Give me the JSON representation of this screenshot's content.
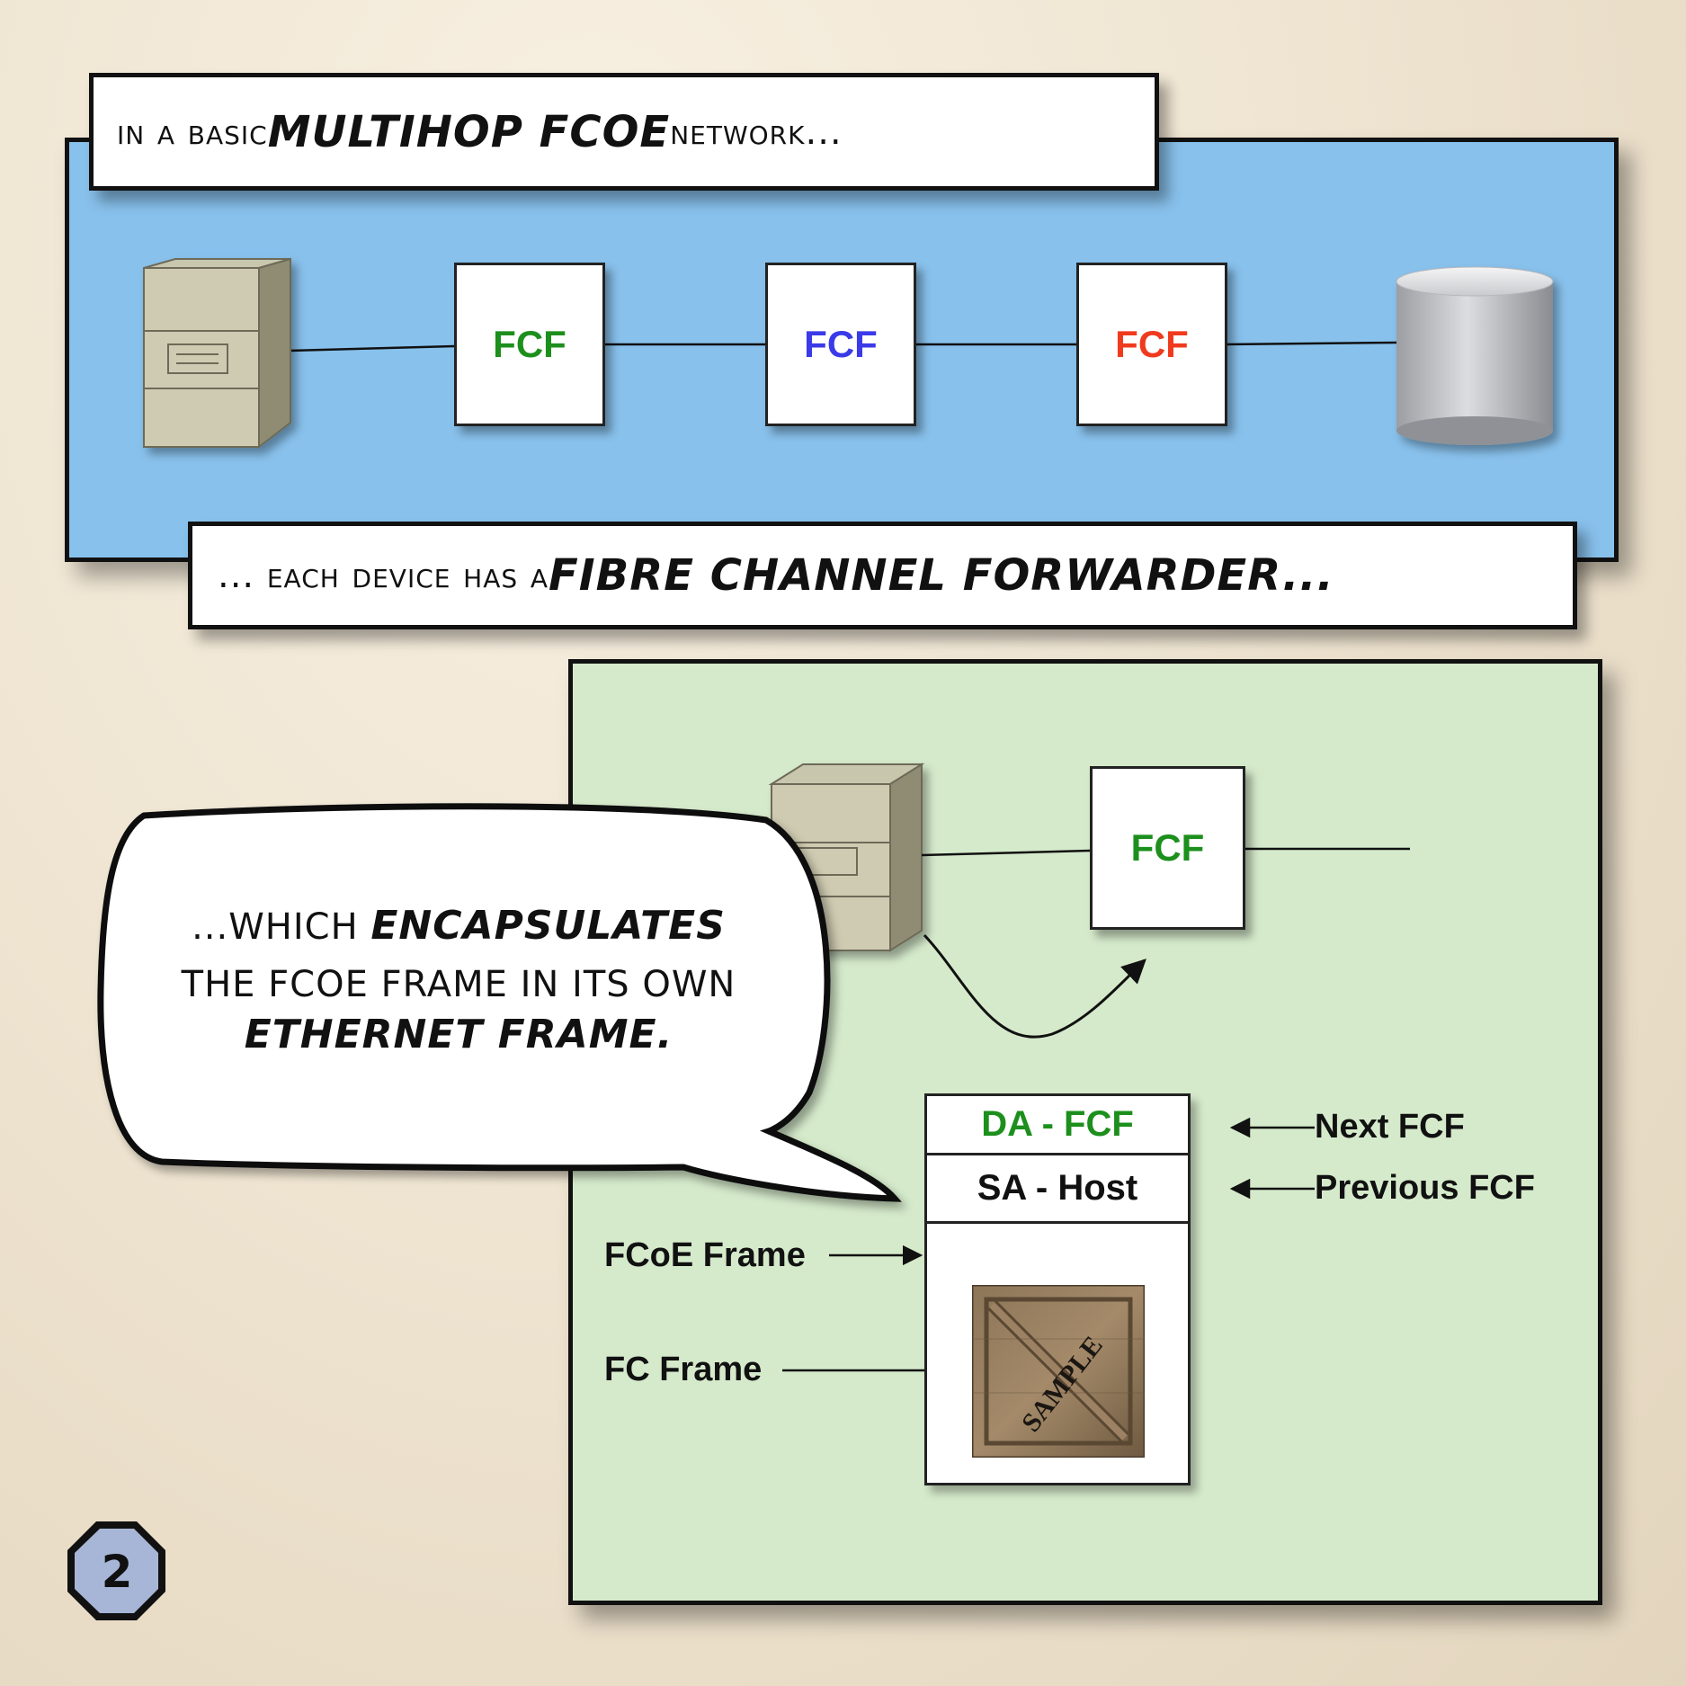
{
  "captions": {
    "top": {
      "part1": "In a basic ",
      "emph": "multihop FCoE",
      "part2": " network..."
    },
    "middle": {
      "part1": "... each device has a ",
      "emph": "Fibre Channel Forwarder..."
    }
  },
  "top_panel": {
    "fcf_boxes": [
      {
        "label": "FCF",
        "color": "#1c8f1c"
      },
      {
        "label": "FCF",
        "color": "#3a3ae8"
      },
      {
        "label": "FCF",
        "color": "#f03a1e"
      }
    ]
  },
  "bottom_panel": {
    "fcf_label": "FCF",
    "fcf_color": "#1c8f1c",
    "frame": {
      "row1": "DA - FCF",
      "row1_color": "#1c8f1c",
      "row2": "SA - Host",
      "crate_text": "SAMPLE"
    },
    "labels": {
      "next": "Next FCF",
      "previous": "Previous FCF",
      "fcoe_frame": "FCoE Frame",
      "fc_frame": "FC Frame"
    }
  },
  "bubble": {
    "line1_small": "...which ",
    "line1_big": "encapsulates",
    "line2": "the FCoE frame in its own",
    "line3_big": "Ethernet frame."
  },
  "page_number": "2",
  "colors": {
    "blue_panel": "#88c1ec",
    "green_panel": "#d5eacb"
  }
}
